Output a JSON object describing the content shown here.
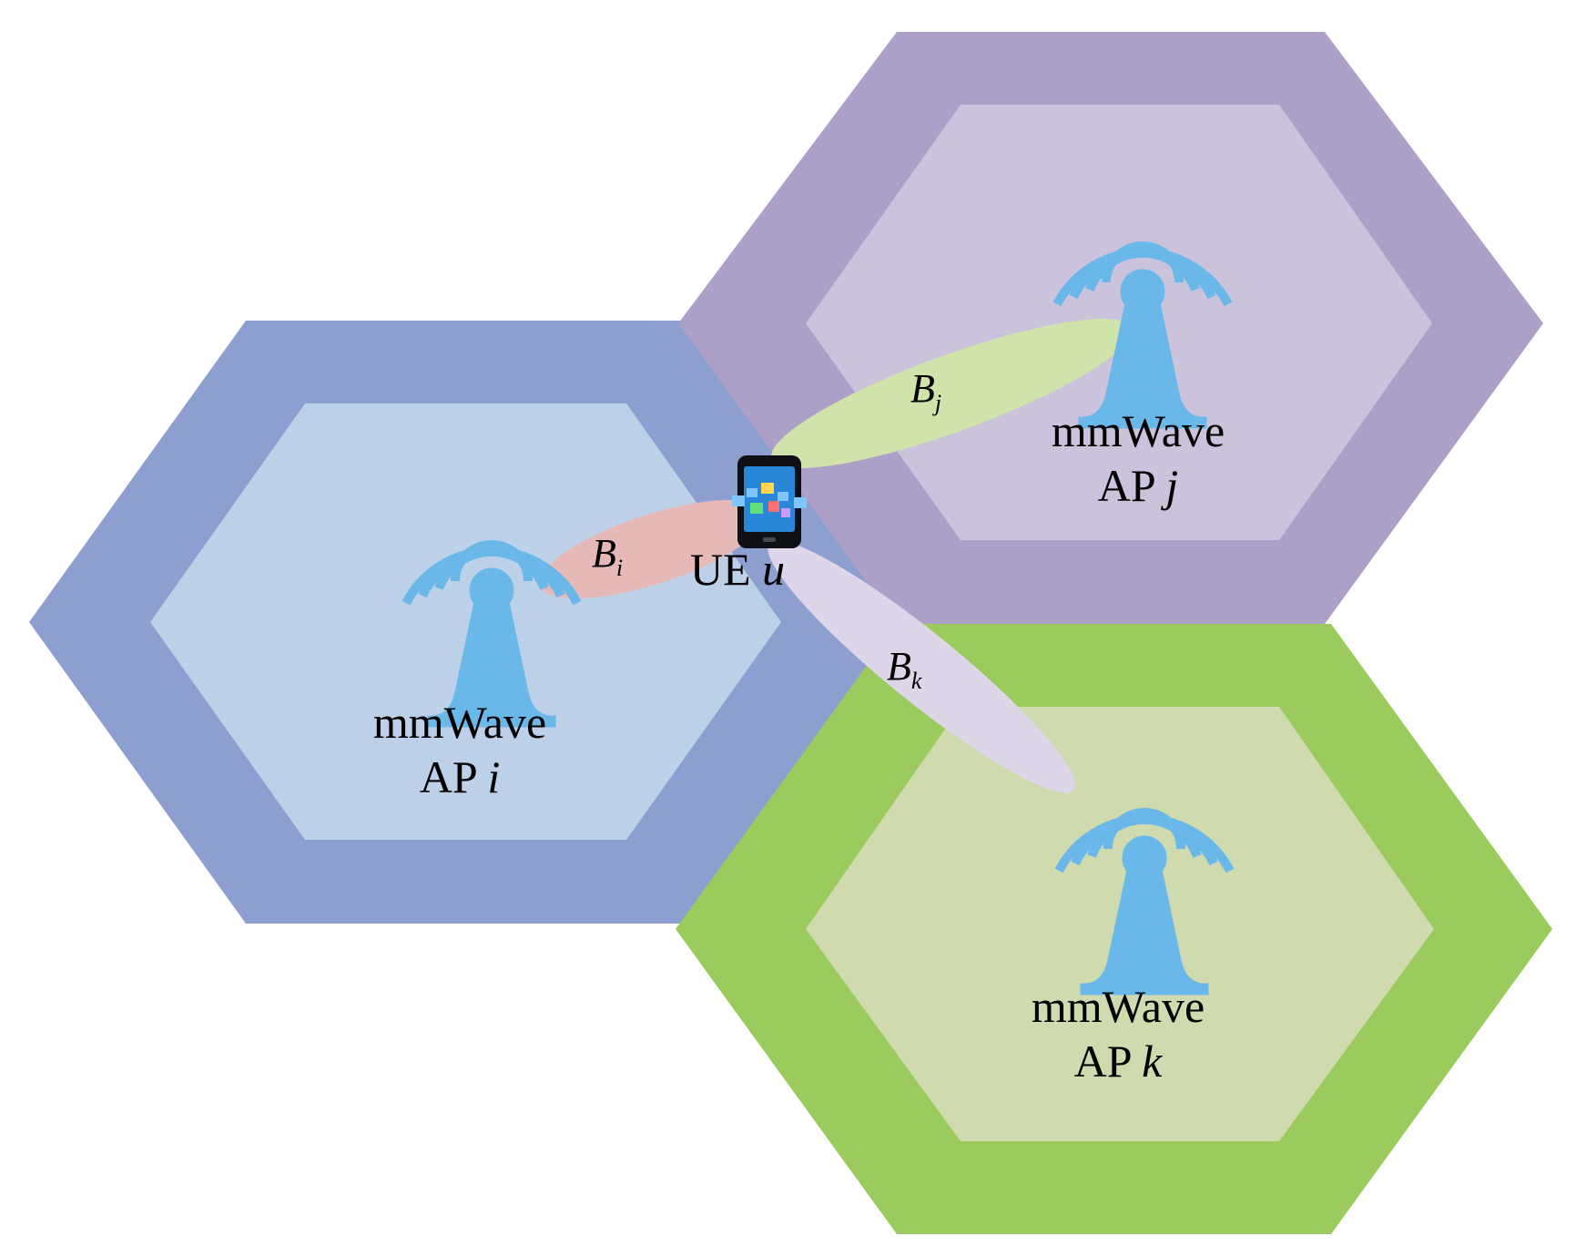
{
  "cells": [
    {
      "id": "i",
      "label_line1": "mmWave",
      "label_prefix": "AP ",
      "label_var": "i",
      "outer_color": "#8c9fd0",
      "inner_color": "#bcd1e8"
    },
    {
      "id": "j",
      "label_line1": "mmWave",
      "label_prefix": "AP ",
      "label_var": "j",
      "outer_color": "#ac9fc8",
      "inner_color": "#cbc3dc"
    },
    {
      "id": "k",
      "label_line1": "mmWave",
      "label_prefix": "AP ",
      "label_var": "k",
      "outer_color": "#9bcb5c",
      "inner_color": "#cfdaae"
    }
  ],
  "beams": [
    {
      "id": "i",
      "symbol": "B",
      "subscript": "i",
      "color": "#e6b9b6"
    },
    {
      "id": "j",
      "symbol": "B",
      "subscript": "j",
      "color": "#cfe3ab"
    },
    {
      "id": "k",
      "symbol": "B",
      "subscript": "k",
      "color": "#ddd6e8"
    }
  ],
  "ue": {
    "prefix": "UE ",
    "var": "u"
  },
  "icons": {
    "tower": "antenna-tower-icon",
    "phone": "smartphone-icon"
  },
  "colors": {
    "tower": "#6ab8ea",
    "phone_body": "#0e1016",
    "phone_screen": "#2a86d6"
  }
}
